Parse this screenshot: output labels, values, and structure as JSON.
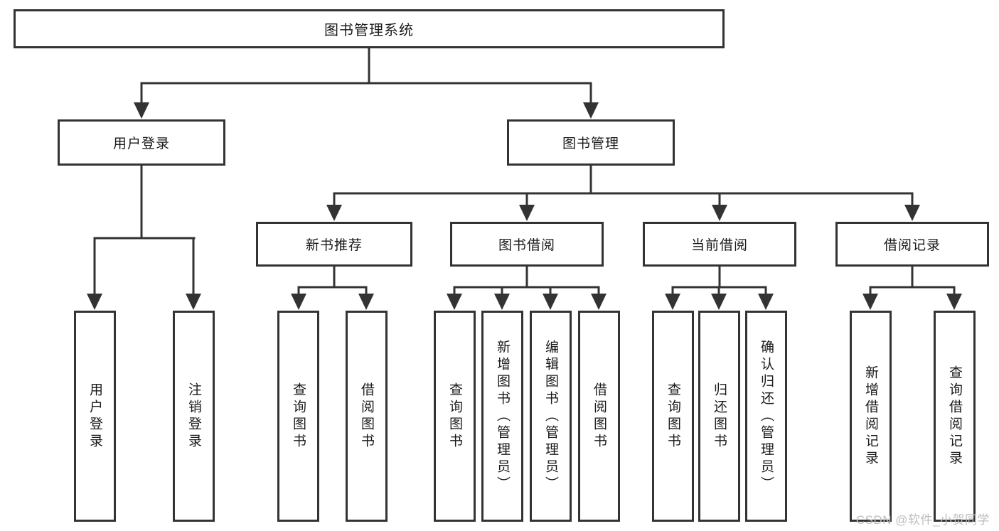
{
  "root": {
    "label": "图书管理系统"
  },
  "branches": [
    {
      "label": "用户登录",
      "children": [
        {
          "label": "用户登录"
        },
        {
          "label": "注销登录"
        }
      ]
    },
    {
      "label": "图书管理",
      "children": [
        {
          "label": "新书推荐",
          "children": [
            {
              "label": "查询图书"
            },
            {
              "label": "借阅图书"
            }
          ]
        },
        {
          "label": "图书借阅",
          "children": [
            {
              "label": "查询图书"
            },
            {
              "label": "新增图书（管理员）"
            },
            {
              "label": "编辑图书（管理员）"
            },
            {
              "label": "借阅图书"
            }
          ]
        },
        {
          "label": "当前借阅",
          "children": [
            {
              "label": "查询图书"
            },
            {
              "label": "归还图书"
            },
            {
              "label": "确认归还（管理员）"
            }
          ]
        },
        {
          "label": "借阅记录",
          "children": [
            {
              "label": "新增借阅记录"
            },
            {
              "label": "查询借阅记录"
            }
          ]
        }
      ]
    }
  ],
  "watermark": "CSDN @软件_小贺同学",
  "colors": {
    "line": "#333333",
    "box_border": "#333333",
    "text": "#1a1a1a",
    "watermark": "#bdbdbd",
    "background": "#ffffff"
  }
}
